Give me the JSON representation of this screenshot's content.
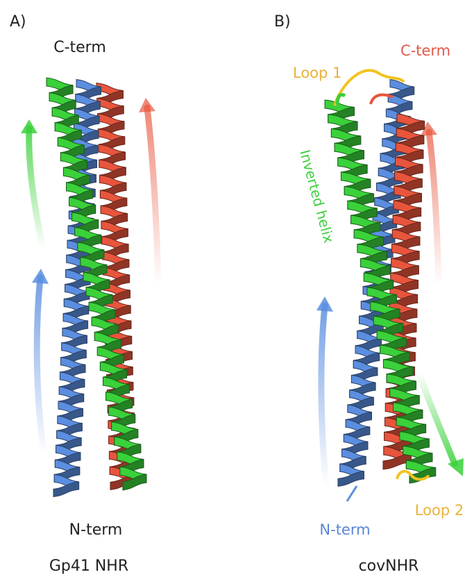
{
  "panels": [
    {
      "id": "A",
      "panel_label": "A)",
      "top_label": "C-term",
      "bottom_label": "N-term",
      "caption": "Gp41 NHR",
      "helices": [
        {
          "color": "#5b8ee0",
          "direction": "up"
        },
        {
          "color": "#3ad13a",
          "direction": "up"
        },
        {
          "color": "#e8553d",
          "direction": "up"
        }
      ]
    },
    {
      "id": "B",
      "panel_label": "B)",
      "loop1_label": "Loop 1",
      "cterm_label": "C-term",
      "inverted_label": "Inverted helix",
      "nterm_label": "N-term",
      "loop2_label": "Loop 2",
      "caption": "covNHR",
      "helices": [
        {
          "color": "#5b8ee0",
          "direction": "up"
        },
        {
          "color": "#3ad13a",
          "direction": "down"
        },
        {
          "color": "#e8553d",
          "direction": "up"
        }
      ]
    }
  ],
  "colors": {
    "blue": "#5b8ee0",
    "green": "#3ad13a",
    "red": "#e8553d",
    "loop": "#f2c21f",
    "loop_text": "#e9b23a",
    "cterm_red_text": "#e4584a",
    "nterm_blue_text": "#5a85d6",
    "inverted_green_text": "#3fcf3f",
    "text": "#222222"
  }
}
